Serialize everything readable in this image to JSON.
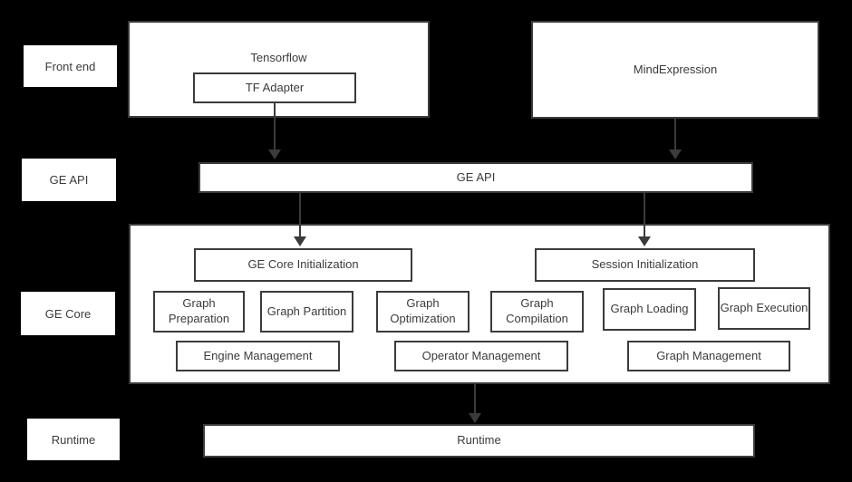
{
  "colors": {
    "background": "#000000",
    "box_fill": "#ffffff",
    "border": "#3b3b3b",
    "text": "#3b3b3b",
    "arrow": "#3b3b3b"
  },
  "row_labels": {
    "front_end": "Front end",
    "ge_api": "GE API",
    "ge_core": "GE Core",
    "runtime": "Runtime"
  },
  "front_end": {
    "tensorflow_title": "Tensorflow",
    "tf_adapter": "TF Adapter",
    "mindexpression": "MindExpression"
  },
  "ge_api": {
    "bar": "GE API"
  },
  "ge_core": {
    "ge_core_init": "GE Core Initialization",
    "session_init": "Session Initialization",
    "modules": [
      "Graph Preparation",
      "Graph Partition",
      "Graph Optimization",
      "Graph Compilation",
      "Graph Loading",
      "Graph Execution"
    ],
    "management": [
      "Engine Management",
      "Operator Management",
      "Graph Management"
    ]
  },
  "runtime": {
    "bar": "Runtime"
  }
}
